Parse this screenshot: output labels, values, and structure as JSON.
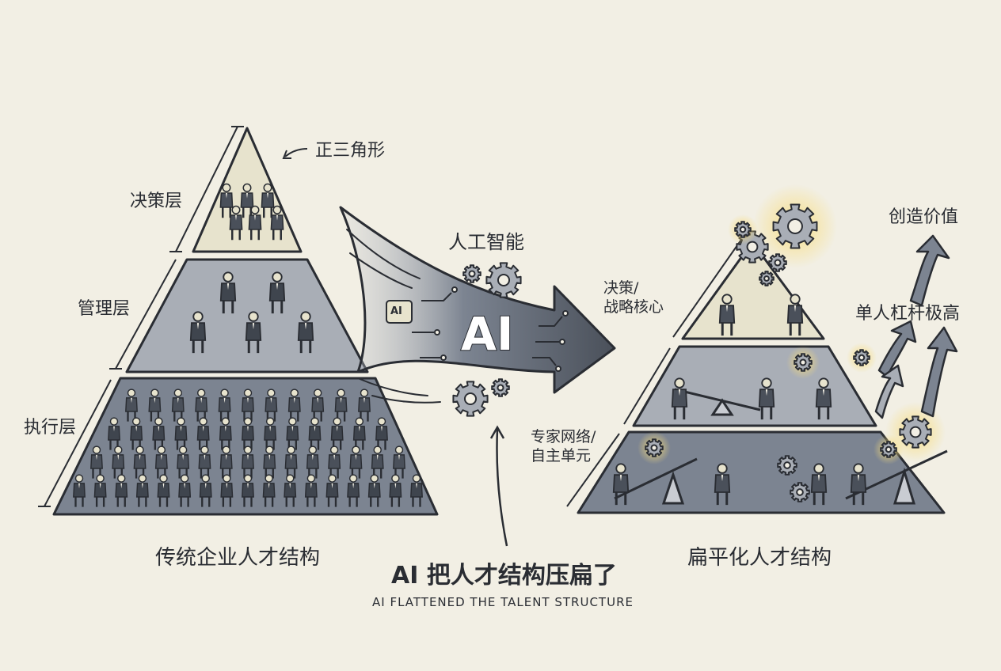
{
  "left_pyramid": {
    "shape_note": "正三角形",
    "tiers": {
      "top": "决策层",
      "middle": "管理层",
      "bottom": "执行层"
    },
    "caption": "传统企业人才结构"
  },
  "center": {
    "ai_label": "人工智能",
    "arrow_text": "AI",
    "chip_text": "AI",
    "title": "AI 把人才结构压扁了",
    "subtitle": "AI FLATTENED THE TALENT STRUCTURE"
  },
  "right_pyramid": {
    "top_label": "决策/\n战略核心",
    "bottom_label": "专家网络/\n自主单元",
    "caption": "扁平化人才结构"
  },
  "value_labels": {
    "create_value": "创造价值",
    "high_leverage": "单人杠杆极高"
  },
  "colors": {
    "background": "#f2efe4",
    "tier_top": "#e7e3cd",
    "tier_mid": "#a9aeb6",
    "tier_bottom": "#7c8491",
    "ink": "#2a2d33",
    "gear_glow": "#f2d36b"
  }
}
